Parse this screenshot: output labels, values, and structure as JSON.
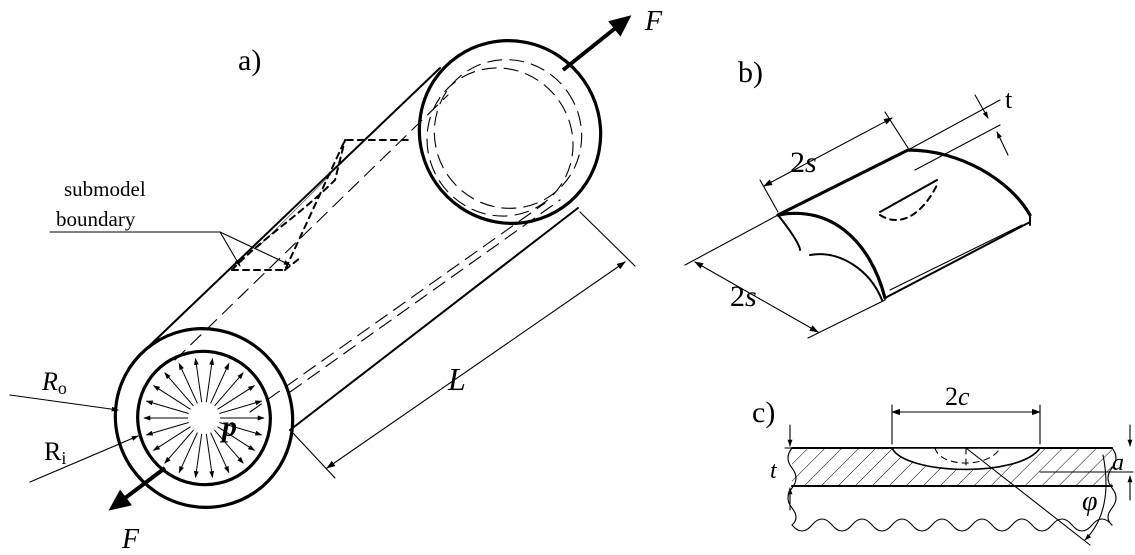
{
  "panels": {
    "a": "a)",
    "b": "b)",
    "c": "c)"
  },
  "labels": {
    "force_top": "F",
    "force_bottom": "F",
    "length": "L",
    "outer_radius_main": "R",
    "outer_radius_sub": "o",
    "inner_radius_main": "R",
    "inner_radius_sub": "i",
    "pressure": "p",
    "submodel_line1": "submodel",
    "submodel_line2": "boundary",
    "width_top_num": "2",
    "width_top_var": "s",
    "width_side_num": "2",
    "width_side_var": "s",
    "thickness_b": "t",
    "crack_length_num": "2",
    "crack_length_var": "c",
    "thickness_c": "t",
    "crack_depth": "a",
    "angle": "φ"
  },
  "colors": {
    "ink": "#000000",
    "background": "#ffffff"
  }
}
